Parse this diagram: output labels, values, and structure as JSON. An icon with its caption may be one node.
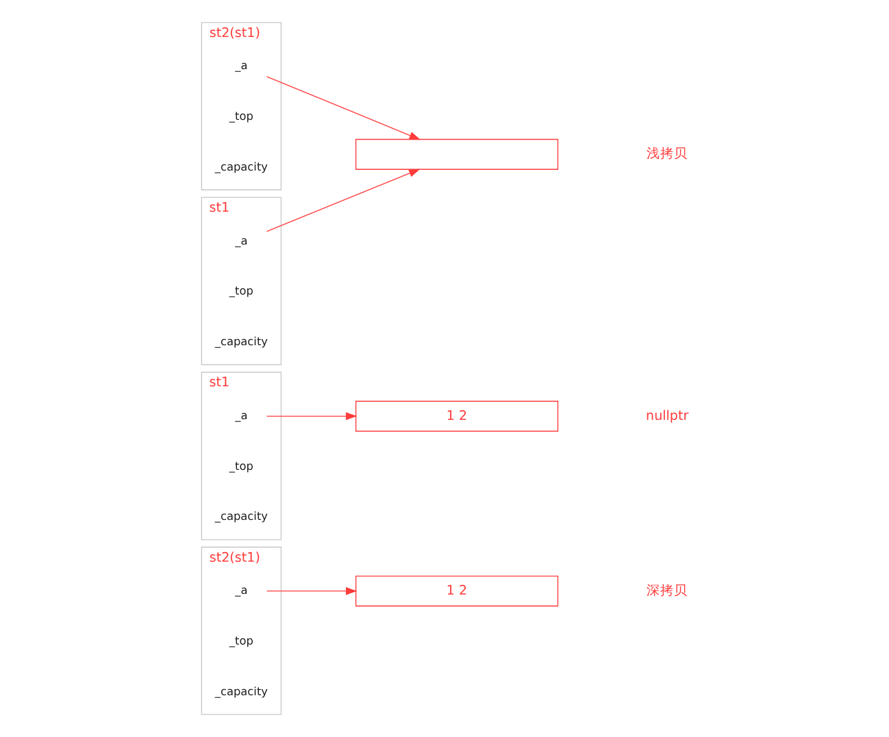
{
  "diagram": {
    "nodes": [
      {
        "text": [
          "st1"
        ]
      },
      {
        "text": [
          "_a"
        ],
        "in": 0
      },
      {
        "text": [
          "_top"
        ],
        "in": 0
      },
      {
        "text": [
          "_capacity"
        ],
        "in": 0
      },
      {
        "text": [
          "st2(st1)"
        ]
      },
      {
        "text": [
          "_a"
        ],
        "in": 4
      },
      {
        "text": [
          "_top"
        ],
        "in": 4
      },
      {
        "text": [
          "_capacity"
        ],
        "in": 4
      },
      {
        "text": [],
        "shape": "box"
      },
      {
        "text": [
          "st1"
        ]
      },
      {
        "text": [
          "_a"
        ],
        "in": 9
      },
      {
        "text": [
          "_top"
        ],
        "in": 9
      },
      {
        "text": [
          "_capacity"
        ],
        "in": 9
      },
      {
        "text": [
          "st2(st1)"
        ]
      },
      {
        "text": [
          "_a"
        ],
        "in": 13
      },
      {
        "text": [
          "_top"
        ],
        "in": 13
      },
      {
        "text": [
          "_capacity"
        ],
        "in": 13
      },
      {
        "text": [
          "1 2"
        ]
      },
      {
        "text": [
          "1 2"
        ]
      }
    ],
    "edges": [
      {
        "from": 1,
        "to": 8,
        "arrow": "to"
      },
      {
        "from": 5,
        "to": 8,
        "arrow": "to"
      },
      {
        "from": 10,
        "to": 17,
        "arrow": "to"
      },
      {
        "from": 14,
        "to": 18,
        "arrow": "to"
      }
    ],
    "labels": [
      "浅拷贝",
      "nullptr",
      "深拷贝"
    ]
  }
}
